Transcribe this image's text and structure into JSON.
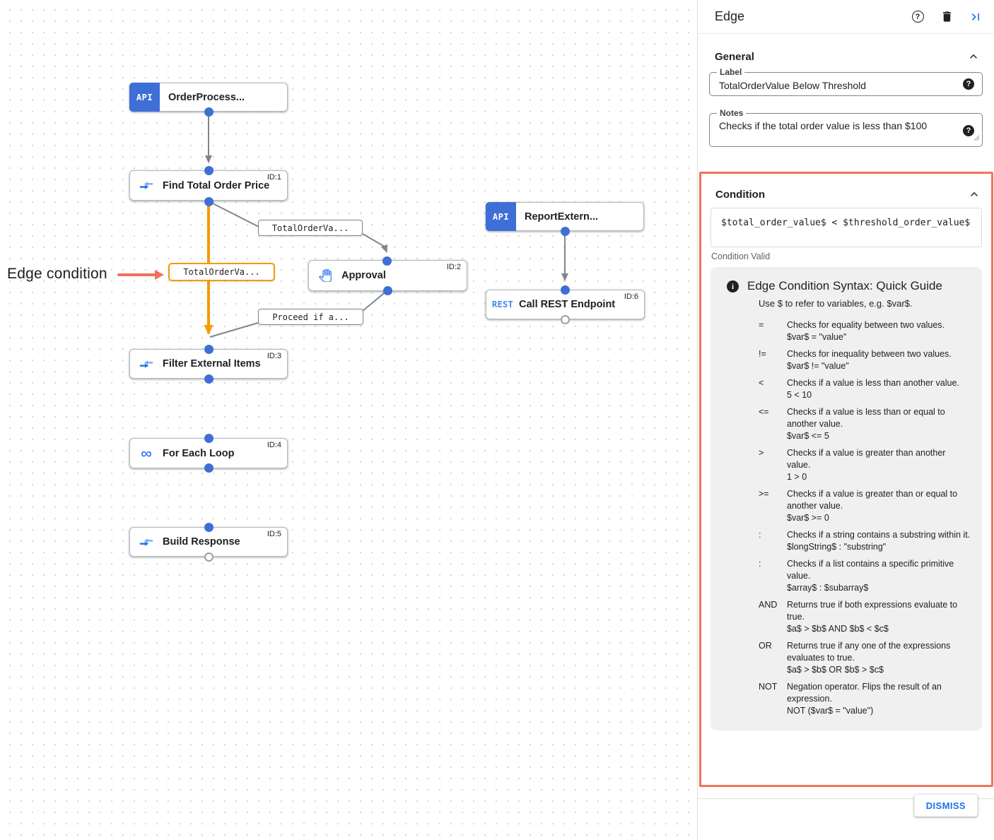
{
  "canvas": {
    "annotation": "Edge condition",
    "nodes": [
      {
        "label": "OrderProcess...",
        "badge": "API",
        "icon": "api-badge"
      },
      {
        "label": "Find Total Order Price",
        "task_id": "ID:1",
        "icon": "data-mapping-icon"
      },
      {
        "label": "Approval",
        "task_id": "ID:2",
        "icon": "approval-hand-icon"
      },
      {
        "label": "ReportExtern...",
        "badge": "API",
        "icon": "api-badge"
      },
      {
        "label": "Call REST Endpoint",
        "task_id": "ID:6",
        "badge": "REST",
        "icon": "rest-badge"
      },
      {
        "label": "Filter External Items",
        "task_id": "ID:3",
        "icon": "data-mapping-icon"
      },
      {
        "label": "For Each Loop",
        "task_id": "ID:4",
        "icon": "for-each-loop-icon"
      },
      {
        "label": "Build Response",
        "task_id": "ID:5",
        "icon": "data-mapping-icon"
      }
    ],
    "edge_labels": [
      {
        "text": "TotalOrderVa...",
        "selected": false
      },
      {
        "text": "TotalOrderVa...",
        "selected": true
      },
      {
        "text": "Proceed if a...",
        "selected": false
      }
    ]
  },
  "panel": {
    "title": "Edge",
    "general": {
      "section_title": "General",
      "label_field": {
        "label": "Label",
        "value": "TotalOrderValue Below Threshold"
      },
      "notes_field": {
        "label": "Notes",
        "value": "Checks if the total order value is less than $100"
      }
    },
    "condition": {
      "section_title": "Condition",
      "value": "$total_order_value$ < $threshold_order_value$",
      "status": "Condition Valid"
    },
    "guide": {
      "title": "Edge Condition Syntax: Quick Guide",
      "subtitle": "Use $ to refer to variables, e.g. $var$.",
      "operators": [
        {
          "op": "=",
          "desc": "Checks for equality between two values.",
          "example": "$var$ = \"value\""
        },
        {
          "op": "!=",
          "desc": "Checks for inequality between two values.",
          "example": "$var$ != \"value\""
        },
        {
          "op": "<",
          "desc": "Checks if a value is less than another value.",
          "example": "5 < 10"
        },
        {
          "op": "<=",
          "desc": "Checks if a value is less than or equal to another value.",
          "example": "$var$ <= 5"
        },
        {
          "op": ">",
          "desc": "Checks if a value is greater than another value.",
          "example": "1 > 0"
        },
        {
          "op": ">=",
          "desc": "Checks if a value is greater than or equal to another value.",
          "example": "$var$ >= 0"
        },
        {
          "op": ":",
          "desc": "Checks if a string contains a substring within it.",
          "example": "$longString$ : \"substring\""
        },
        {
          "op": ":",
          "desc": "Checks if a list contains a specific primitive value.",
          "example": "$array$ : $subarray$"
        },
        {
          "op": "AND",
          "desc": "Returns true if both expressions evaluate to true.",
          "example": "$a$ > $b$ AND $b$ < $c$"
        },
        {
          "op": "OR",
          "desc": "Returns true if any one of the expressions evaluates to true.",
          "example": "$a$ > $b$ OR $b$ > $c$"
        },
        {
          "op": "NOT",
          "desc": "Negation operator. Flips the result of an expression.",
          "example": "NOT ($var$ = \"value\")"
        }
      ]
    },
    "dismiss_label": "DISMISS"
  },
  "colors": {
    "node_blue": "#3e6fd6",
    "icon_blue": "#4285f4",
    "accent_blue": "#1a73e8",
    "edge_gray": "#80868b",
    "edge_orange": "#f29b00",
    "highlight_red": "#f4715c",
    "guide_bg": "#f0f0f0"
  }
}
